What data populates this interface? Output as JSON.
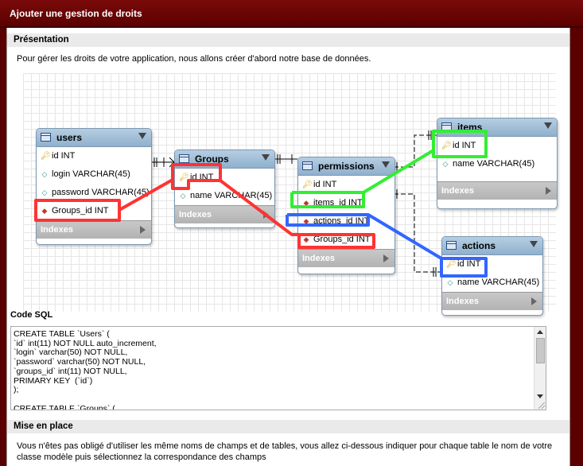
{
  "page": {
    "title": "Ajouter une gestion de droits"
  },
  "presentation": {
    "heading": "Présentation",
    "intro": "Pour gérer les droits de votre application, nous allons créer d'abord notre base de données."
  },
  "diagram": {
    "tables": {
      "users": {
        "name": "users",
        "rows": [
          "id INT",
          "login VARCHAR(45)",
          "password VARCHAR(45)",
          "Groups_id INT"
        ],
        "indexes": "Indexes"
      },
      "groups": {
        "name": "Groups",
        "rows": [
          "id INT",
          "name VARCHAR(45)"
        ],
        "indexes": "Indexes"
      },
      "permissions": {
        "name": "permissions",
        "rows": [
          "id INT",
          "items_id INT",
          "actions_id INT",
          "Groups_id INT"
        ],
        "indexes": "Indexes"
      },
      "items": {
        "name": "items",
        "rows": [
          "id INT",
          "name VARCHAR(45)"
        ],
        "indexes": "Indexes"
      },
      "actions": {
        "name": "actions",
        "rows": [
          "id INT",
          "name VARCHAR(45)"
        ],
        "indexes": "Indexes"
      }
    },
    "highlight_colors": {
      "groups_link": "#ff3333",
      "items_link": "#33ee33",
      "actions_link": "#3366ff"
    }
  },
  "sql": {
    "label": "Code SQL",
    "code": "CREATE TABLE `Users` (\n`id` int(11) NOT NULL auto_increment,\n`login` varchar(50) NOT NULL,\n`password` varchar(50) NOT NULL,\n`groups_id` int(11) NOT NULL,\nPRIMARY KEY  (`id`)\n);\n\nCREATE TABLE `Groups` ("
  },
  "setup": {
    "heading": "Mise en place",
    "text": "Vous n'êtes pas obligé d'utiliser les même noms de champs et de tables, vous allez ci-dessous indiquer pour chaque table le nom de votre classe modèle puis sélectionnez la correspondance des champs"
  },
  "colors": {
    "frame": "#5a0000",
    "section_bg": "#eaeaea",
    "table_header": "#9fbcd6"
  }
}
